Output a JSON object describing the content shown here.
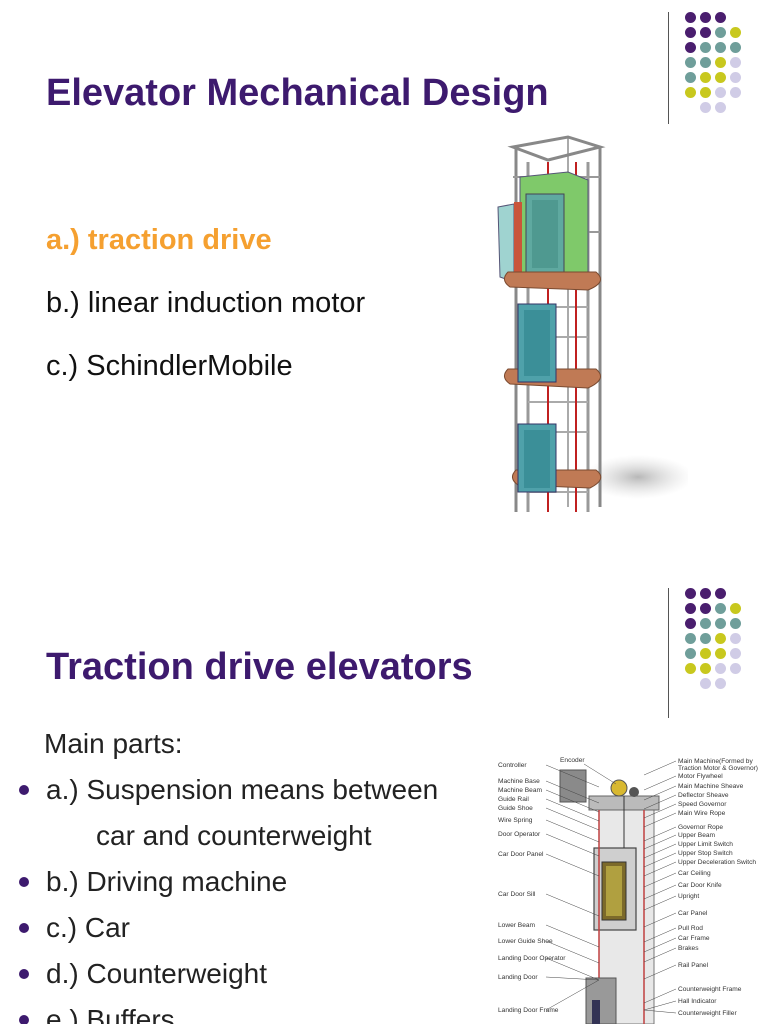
{
  "slide1": {
    "title": "Elevator Mechanical Design",
    "items": [
      {
        "text": "a.) traction drive",
        "active": true
      },
      {
        "text": "b.) linear induction motor",
        "active": false
      },
      {
        "text": "c.) SchindlerMobile",
        "active": false
      }
    ]
  },
  "slide2": {
    "title": "Traction drive elevators",
    "intro": "Main parts:",
    "bullets": [
      {
        "text": "a.) Suspension means between",
        "continuation": "car and counterweight"
      },
      {
        "text": "b.) Driving machine"
      },
      {
        "text": "c.) Car"
      },
      {
        "text": "d.) Counterweight"
      },
      {
        "text": "e.) Buffers"
      }
    ],
    "diagram_labels": {
      "encoder": "Encoder",
      "left": [
        "Controller",
        "Machine Base",
        "Machine Beam",
        "Guide Rail",
        "Guide Shoe",
        "Wire Spring",
        "Door Operator",
        "Car Door Panel",
        "Car Door Sill",
        "Lower Beam",
        "Lower Guide Shoe",
        "Landing Door Operator",
        "Landing Door",
        "Landing Door Frame"
      ],
      "right": [
        "Main Machine(Formed by",
        "Traction Motor & Governor)",
        "Motor Flywheel",
        "Main Machine Sheave",
        "Deflector Sheave",
        "Speed Governor",
        "Main Wire Rope",
        "Governor Rope",
        "Upper Beam",
        "Upper Limit Switch",
        "Upper Stop Switch",
        "Upper Deceleration Switch",
        "Car Ceiling",
        "Car Door Knife",
        "Upright",
        "Car Panel",
        "Pull Rod",
        "Car Frame",
        "Brakes",
        "Rail Panel",
        "Counterweight Frame",
        "Hall Indicator",
        "Counterweight Filler"
      ]
    }
  },
  "colors": {
    "title": "#3d1a6e",
    "highlight": "#f5a030",
    "dot_purple": "#4a1e6e",
    "dot_teal": "#6f9e9a",
    "dot_yellow": "#c8c81e",
    "dot_lavender": "#d0cce6"
  }
}
